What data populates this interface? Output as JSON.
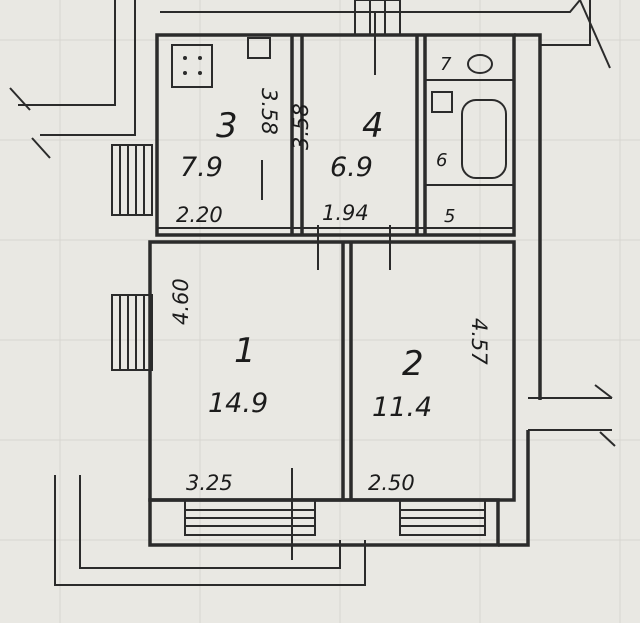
{
  "rooms": [
    {
      "number": "1",
      "area": "14.9",
      "width": "3.25",
      "length": "4.60"
    },
    {
      "number": "2",
      "area": "11.4",
      "width": "2.50",
      "length": "4.57"
    },
    {
      "number": "3",
      "area": "7.9",
      "width": "2.20",
      "length": "3.58"
    },
    {
      "number": "4",
      "area": "6.9",
      "width": "1.94",
      "length": "3.58"
    }
  ],
  "small_rooms": [
    {
      "number": "5"
    },
    {
      "number": "6"
    },
    {
      "number": "7"
    }
  ]
}
